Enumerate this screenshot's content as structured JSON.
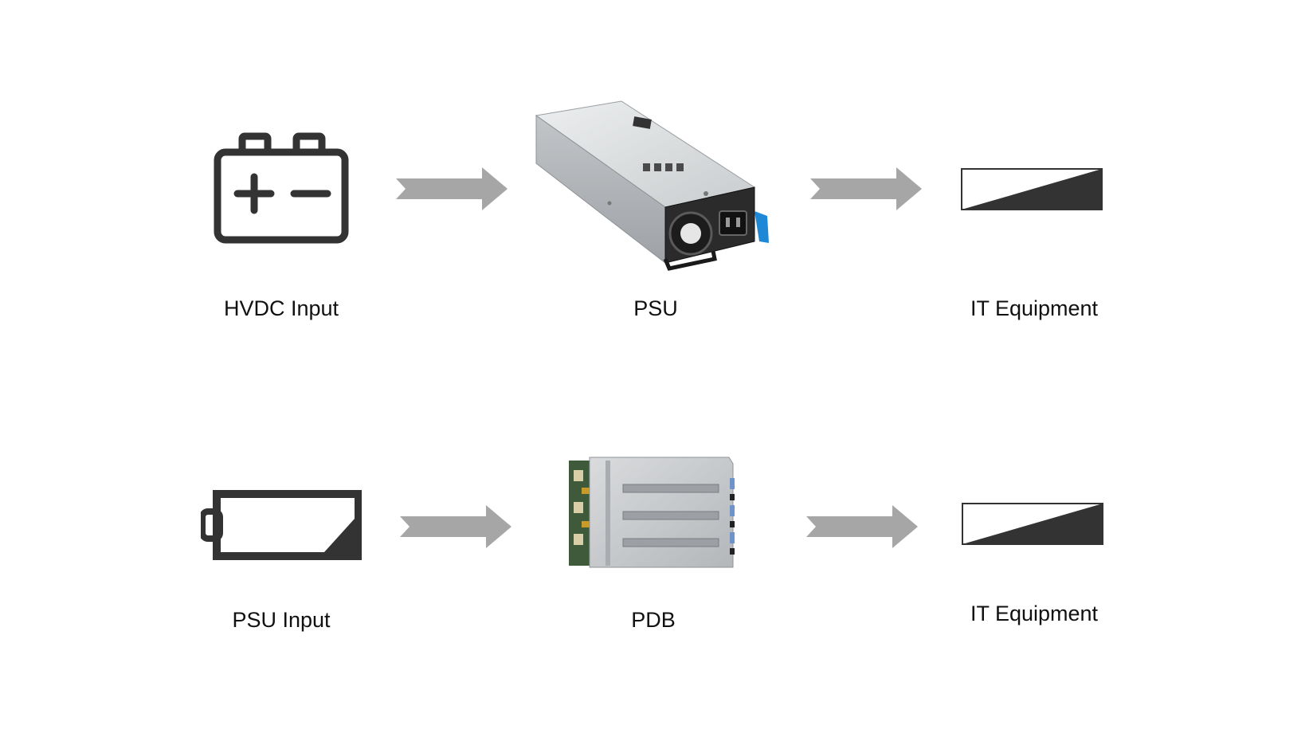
{
  "colors": {
    "background": "#ffffff",
    "icon_dark": "#333333",
    "arrow": "#a6a6a6",
    "psu_body": "#d8dadc",
    "psu_handle_accent": "#1e88d6"
  },
  "rows": [
    {
      "nodes": [
        {
          "label": "HVDC Input",
          "icon": "car-battery-icon"
        },
        {
          "label": "PSU",
          "icon": "psu-module-image"
        },
        {
          "label": "IT Equipment",
          "icon": "it-equipment-wedge-icon"
        }
      ]
    },
    {
      "nodes": [
        {
          "label": "PSU Input",
          "icon": "battery-level-icon"
        },
        {
          "label": "PDB",
          "icon": "pdb-module-image"
        },
        {
          "label": "IT Equipment",
          "icon": "it-equipment-wedge-icon"
        }
      ]
    }
  ]
}
